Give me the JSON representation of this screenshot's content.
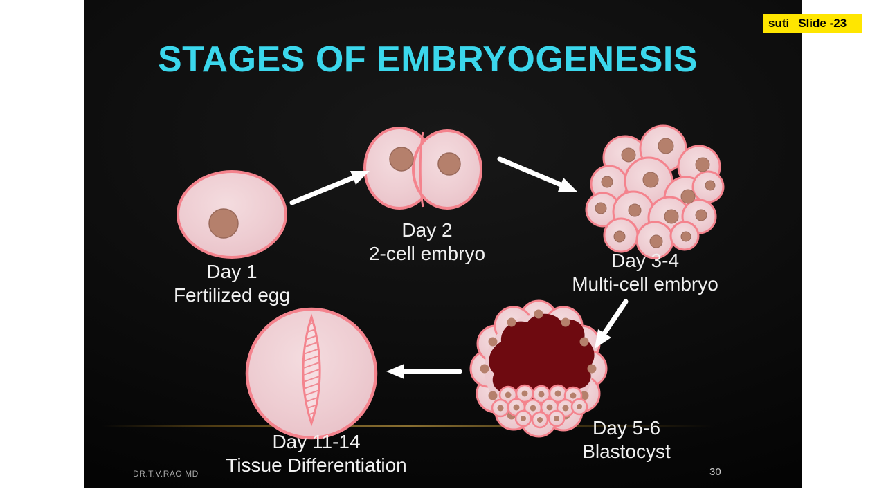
{
  "badge": {
    "prefix": "suti",
    "label": "Slide -23"
  },
  "title": "STAGES OF EMBRYOGENESIS",
  "stages": [
    {
      "day": "Day 1",
      "name": "Fertilized egg"
    },
    {
      "day": "Day 2",
      "name": "2-cell embryo"
    },
    {
      "day": "Day 3-4",
      "name": "Multi-cell embryo"
    },
    {
      "day": "Day 5-6",
      "name": "Blastocyst"
    },
    {
      "day": "Day 11-14",
      "name": "Tissue Differentiation"
    }
  ],
  "footer": {
    "author": "DR.T.V.RAO MD",
    "page_number": "30"
  },
  "colors": {
    "title": "#3BD7EC",
    "badge_bg": "#FFE600",
    "cell_fill": "#EECDD2",
    "cell_stroke": "#F4838D",
    "nucleus": "#B5806C",
    "blastocoel": "#6E0A10",
    "background": "#000000"
  }
}
